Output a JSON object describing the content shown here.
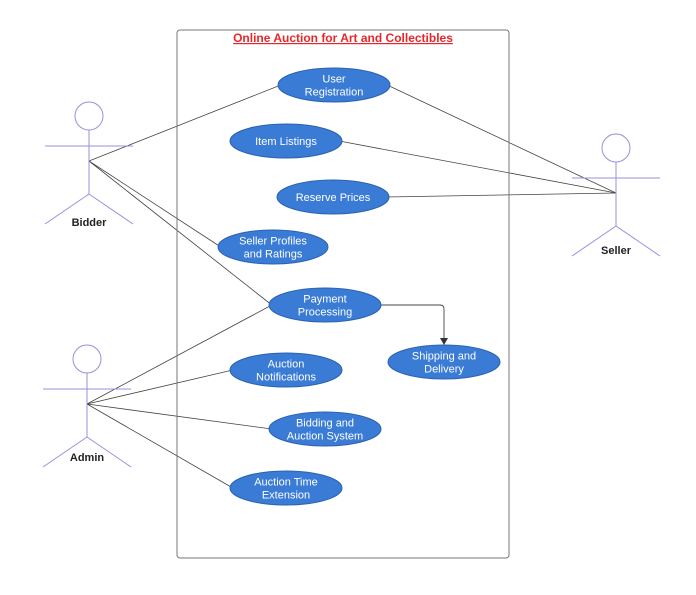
{
  "diagram": {
    "system_title": "Online Auction for Art and Collectibles",
    "colors": {
      "use_case_fill": "#3a7bd5",
      "use_case_stroke": "#2a62b0",
      "use_case_text": "#ffffff",
      "title": "#e8272b",
      "actor_stroke": "#9b8fd9",
      "line": "#444444",
      "boundary": "#777777"
    },
    "actors": [
      {
        "id": "bidder",
        "label": "Bidder"
      },
      {
        "id": "admin",
        "label": "Admin"
      },
      {
        "id": "seller",
        "label": "Seller"
      }
    ],
    "use_cases": [
      {
        "id": "user-registration",
        "lines": [
          "User",
          "Registration"
        ]
      },
      {
        "id": "item-listings",
        "lines": [
          "Item Listings"
        ]
      },
      {
        "id": "reserve-prices",
        "lines": [
          "Reserve Prices"
        ]
      },
      {
        "id": "seller-profiles",
        "lines": [
          "Seller Profiles",
          "and Ratings"
        ]
      },
      {
        "id": "payment-processing",
        "lines": [
          "Payment",
          "Processing"
        ]
      },
      {
        "id": "shipping-delivery",
        "lines": [
          "Shipping and",
          "Delivery"
        ]
      },
      {
        "id": "auction-notifications",
        "lines": [
          "Auction",
          "Notifications"
        ]
      },
      {
        "id": "bidding-system",
        "lines": [
          "Bidding and",
          "Auction System"
        ]
      },
      {
        "id": "auction-time-extension",
        "lines": [
          "Auction Time",
          "Extension"
        ]
      }
    ],
    "associations": [
      [
        "bidder",
        "user-registration"
      ],
      [
        "bidder",
        "seller-profiles"
      ],
      [
        "bidder",
        "payment-processing"
      ],
      [
        "seller",
        "user-registration"
      ],
      [
        "seller",
        "item-listings"
      ],
      [
        "seller",
        "reserve-prices"
      ],
      [
        "admin",
        "payment-processing"
      ],
      [
        "admin",
        "auction-notifications"
      ],
      [
        "admin",
        "bidding-system"
      ],
      [
        "admin",
        "auction-time-extension"
      ]
    ],
    "dependencies": [
      [
        "payment-processing",
        "shipping-delivery"
      ]
    ]
  }
}
